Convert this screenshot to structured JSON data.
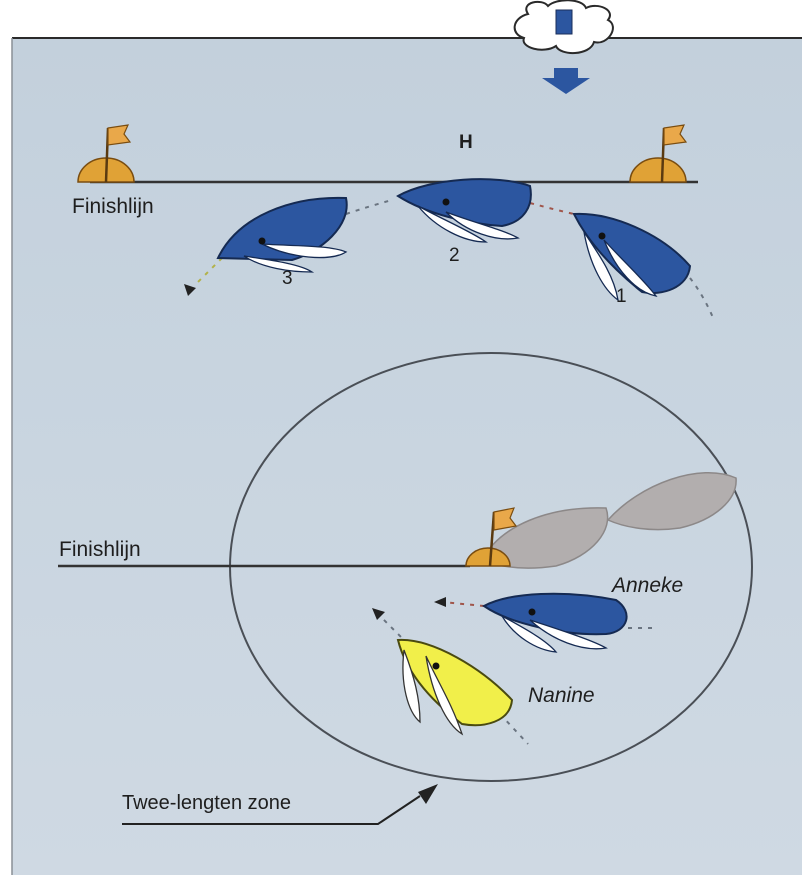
{
  "diagram": {
    "flag_h": "H",
    "finish_line_top": "Finishlijn",
    "finish_line_bottom": "Finishlijn",
    "boat_numbers": [
      "3",
      "2",
      "1"
    ],
    "boat_anneke": "Anneke",
    "boat_nanine": "Nanine",
    "zone_label": "Twee-lengten zone"
  },
  "colors": {
    "water": "#c6d3df",
    "boat_blue": "#2c56a0",
    "boat_yellow": "#f1ef4a",
    "boat_grey": "#b2aeae",
    "buoy": "#e0a236",
    "line": "#333333"
  },
  "icons": {
    "committee_boat": "committee-boat-icon",
    "down_arrow": "down-arrow-icon",
    "buoy": "buoy-flag-icon"
  }
}
